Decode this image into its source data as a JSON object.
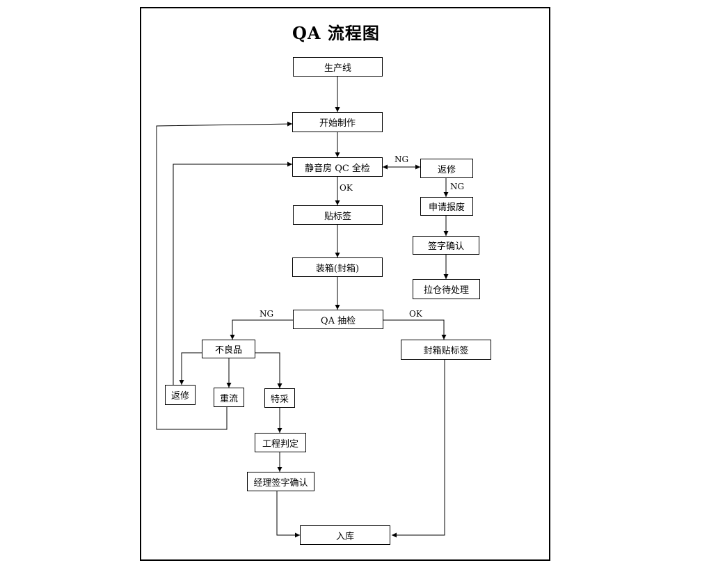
{
  "title": "QA 流程图",
  "nodes": {
    "production_line": "生产线",
    "start_making": "开始制作",
    "qc_inspection": "静音房 QC 全检",
    "rework_top": "返修",
    "apply_scrap": "申请报废",
    "sign_confirm": "签字确认",
    "pull_warehouse_pending": "拉仓待处理",
    "labeling": "贴标签",
    "boxing": "装箱(封箱)",
    "qa_sampling": "QA 抽检",
    "seal_box_label": "封箱贴标签",
    "defective": "不良品",
    "rework_bottom": "返修",
    "reflow": "重流",
    "special_accept": "特采",
    "engineering_judgment": "工程判定",
    "manager_sign_confirm": "经理签字确认",
    "warehouse_in": "入库"
  },
  "edge_labels": {
    "qc_ng": "NG",
    "rework_ng": "NG",
    "qc_ok": "OK",
    "qa_ng": "NG",
    "qa_ok": "OK"
  }
}
